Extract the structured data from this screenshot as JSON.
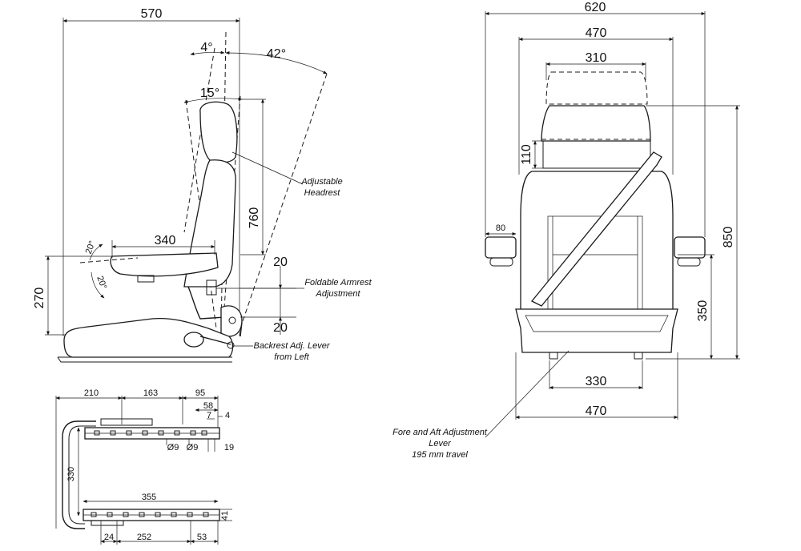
{
  "side_view": {
    "width_top": "570",
    "angle_4": "4°",
    "angle_42": "42°",
    "angle_15": "15°",
    "armrest_length": "340",
    "height_760": "760",
    "armrest_up": "20°",
    "armrest_down": "20°",
    "armrest_height": "270",
    "adj_top": "20",
    "adj_bottom": "20",
    "label_headrest_1": "Adjustable",
    "label_headrest_2": "Headrest",
    "label_armrest_1": "Foldable Armrest",
    "label_armrest_2": "Adjustment",
    "label_lever_1": "Backrest Adj. Lever",
    "label_lever_2": "from Left"
  },
  "front_view": {
    "width_620": "620",
    "width_470_top": "470",
    "width_310": "310",
    "headrest_110": "110",
    "arm_80": "80",
    "height_850": "850",
    "height_350": "350",
    "width_330": "330",
    "width_470_bottom": "470",
    "label_fore_1": "Fore and Aft Adjustment",
    "label_fore_2": "Lever",
    "label_fore_3": "195 mm travel"
  },
  "rail_view": {
    "d210": "210",
    "d163": "163",
    "d95": "95",
    "d58": "58",
    "d7": "7",
    "d4": "4",
    "hole_a": "Ø9",
    "hole_b": "Ø9",
    "d19": "19",
    "d330": "330",
    "d355": "355",
    "d41": "41",
    "d24": "24",
    "d252": "252",
    "d53": "53"
  }
}
